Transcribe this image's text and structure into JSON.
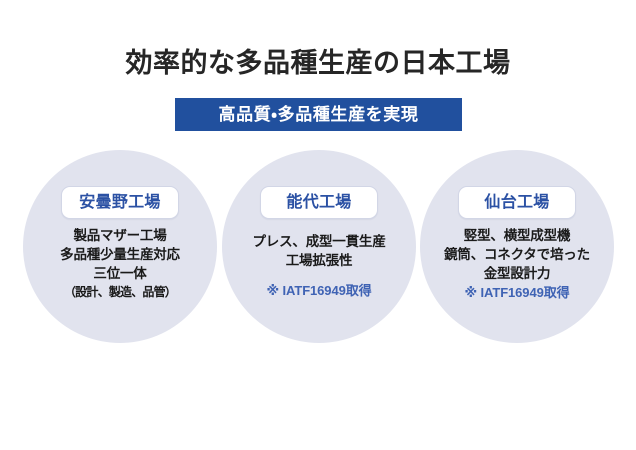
{
  "page": {
    "title": "効率的な多品種生産の日本工場",
    "background_color": "#FFFFFF",
    "title_color": "#262626"
  },
  "banner": {
    "label": "高品質・多品種生産を実現",
    "background_color": "#21509E",
    "text_color": "#FFFFFF"
  },
  "theme": {
    "circle_fill": "#E1E3EE",
    "pill_fill": "#FFFFFF",
    "pill_border": "#D2D6E6",
    "pill_text": "#2B51A4",
    "body_text": "#1A1A1A",
    "note_text": "#3F63B4"
  },
  "factories": [
    {
      "name": "安曇野工場",
      "lines": [
        {
          "text": "製品マザー工場",
          "style": "normal"
        },
        {
          "text": "多品種少量生産対応",
          "style": "normal"
        },
        {
          "text": "三位一体",
          "style": "normal"
        },
        {
          "text": "（設計、製造、品管）",
          "style": "small"
        }
      ]
    },
    {
      "name": "能代工場",
      "lines": [
        {
          "text": "プレス、成型一貫生産",
          "style": "normal"
        },
        {
          "text": "工場拡張性",
          "style": "normal"
        },
        {
          "text": "※ IATF16949取得",
          "style": "note"
        }
      ]
    },
    {
      "name": "仙台工場",
      "lines": [
        {
          "text": "竪型、横型成型機",
          "style": "normal"
        },
        {
          "text": "鏡筒、コネクタで培った",
          "style": "normal"
        },
        {
          "text": "金型設計力",
          "style": "normal"
        },
        {
          "text": "※ IATF16949取得",
          "style": "note"
        }
      ]
    }
  ]
}
